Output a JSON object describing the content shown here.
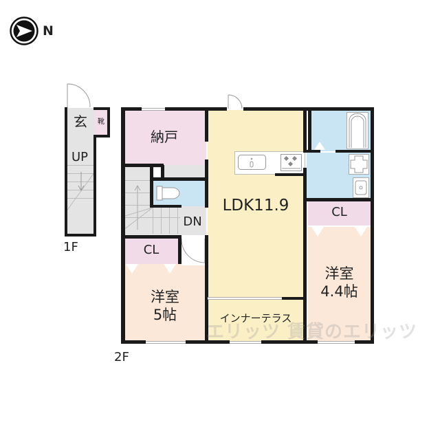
{
  "compass": {
    "label": "N",
    "icon": "north-arrow-icon"
  },
  "floors": {
    "first": {
      "label": "1F",
      "rooms": {
        "entrance": "玄",
        "shoe_closet": "靴",
        "stairs": "UP"
      }
    },
    "second": {
      "label": "2F",
      "rooms": {
        "storage": "納戸",
        "stairs": "DN",
        "ldk": "LDK11.9",
        "closet_west": "CL",
        "western_room_west": {
          "line1": "洋室",
          "line2": "5帖"
        },
        "closet_east": "CL",
        "western_room_east": {
          "line1": "洋室",
          "line2": "4.4帖"
        },
        "inner_terrace": "インナーテラス"
      }
    }
  },
  "watermark": "エリッツ 賃貸のエリッツ",
  "colors": {
    "wall": "#1a1a1a",
    "storage": "#f2dde9",
    "ldk": "#fbefc6",
    "western_room": "#fbe8d9",
    "wet_area": "#c9e4f3",
    "stairs": "#e4e4e4",
    "closet": "#f1dbe9"
  }
}
